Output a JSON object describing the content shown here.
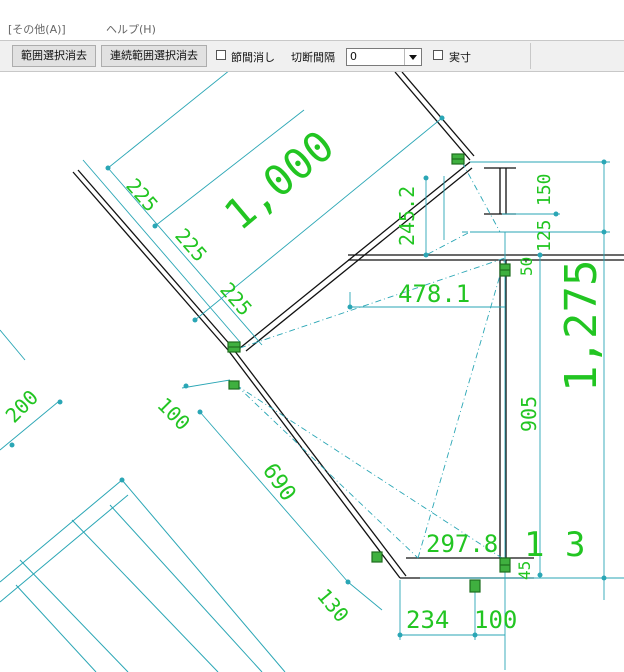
{
  "menu": {
    "items": [
      {
        "label": "[その他(A)]"
      },
      {
        "label": "ヘルプ(H)"
      }
    ]
  },
  "toolbar": {
    "clear_selection_label": "範囲選択消去",
    "clear_continuous_selection_label": "連続範囲選択消去",
    "hide_joints_label": "節間消し",
    "hide_joints_checked": false,
    "cut_interval_label": "切断間隔",
    "cut_interval_value": "0",
    "actual_size_label": "実寸",
    "actual_size_checked": false
  },
  "drawing": {
    "colors": {
      "background": "#ffffff",
      "dimension_line": "#2aa6b5",
      "dimension_text": "#22c522",
      "structure_line": "#111111",
      "node_dot": "#2aa6b5",
      "joint_marker": "#1e6e1e"
    },
    "dimensions": {
      "d_1000": "1,000",
      "d_225_a": "225",
      "d_225_b": "225",
      "d_225_c": "225",
      "d_245_2": "245.2",
      "d_150": "150",
      "d_125": "125",
      "d_50": "50",
      "d_478_1": "478.1",
      "d_1275": "1,275",
      "d_905": "905",
      "d_200": "200",
      "d_100_a": "100",
      "d_690": "690",
      "d_297_8": "297.8",
      "d_13": "1 3",
      "d_45": "45",
      "d_130": "130",
      "d_234": "234",
      "d_100_b": "100"
    }
  }
}
